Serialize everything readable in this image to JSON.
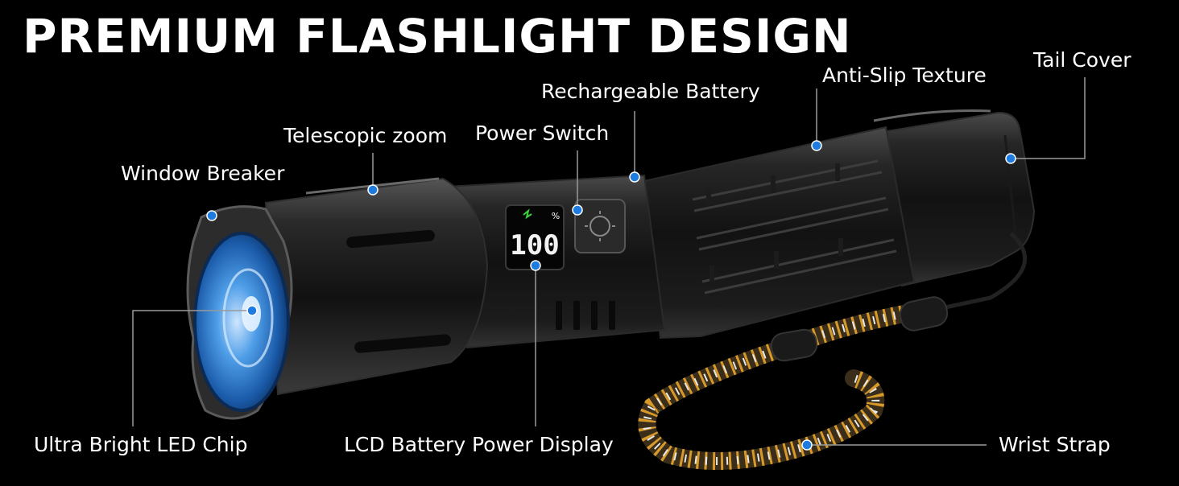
{
  "title": "PREMIUM FLASHLIGHT DESIGN",
  "colors": {
    "background": "#000000",
    "text": "#ffffff",
    "accent_dot": "#1e7be0",
    "leader_line": "#9a9a9a",
    "lens_blue": "#2a7fd4"
  },
  "callouts": {
    "window_breaker": "Window Breaker",
    "telescopic_zoom": "Telescopic zoom",
    "power_switch": "Power Switch",
    "rechargeable_battery": "Rechargeable Battery",
    "anti_slip_texture": "Anti-Slip Texture",
    "tail_cover": "Tail Cover",
    "led_chip": "Ultra Bright LED Chip",
    "lcd_display": "LCD Battery Power Display",
    "wrist_strap": "Wrist Strap"
  },
  "display": {
    "reading": "100",
    "unit": "%"
  }
}
